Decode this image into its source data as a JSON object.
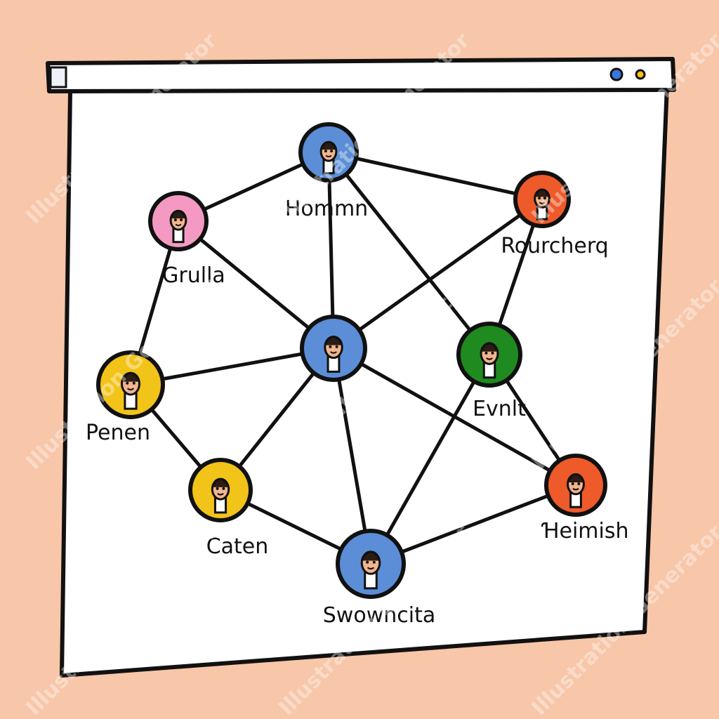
{
  "watermark": {
    "text": "Illustration Generator"
  },
  "window": {
    "titlebar_bg": "#ffffff",
    "canvas_bg": "#ffffff",
    "controls": [
      {
        "icon": "blue-circle-icon",
        "color": "#3a78d8"
      },
      {
        "icon": "yellow-dot-icon",
        "color": "#f2c318"
      }
    ]
  },
  "diagram": {
    "nodes": [
      {
        "id": "homman",
        "label": "Hommn",
        "color": "#5b8ed6"
      },
      {
        "id": "grula",
        "label": "Grulla",
        "color": "#f49ac2"
      },
      {
        "id": "rourcherq",
        "label": "Rourcherq",
        "color": "#ee5a2a"
      },
      {
        "id": "center",
        "label": "",
        "color": "#5b8ed6"
      },
      {
        "id": "evnt",
        "label": "Evnlt",
        "color": "#1f8a1f"
      },
      {
        "id": "penen",
        "label": "Penen",
        "color": "#f2c318"
      },
      {
        "id": "caten",
        "label": "Caten",
        "color": "#f2c318"
      },
      {
        "id": "heimish",
        "label": "Ɦeimish",
        "color": "#ee5a2a"
      },
      {
        "id": "swowncata",
        "label": "Swowncita",
        "color": "#5b8ed6"
      }
    ],
    "edges": [
      [
        "homman",
        "grula"
      ],
      [
        "homman",
        "rourcherq"
      ],
      [
        "homman",
        "center"
      ],
      [
        "homman",
        "evnt"
      ],
      [
        "grula",
        "center"
      ],
      [
        "grula",
        "penen"
      ],
      [
        "rourcherq",
        "center"
      ],
      [
        "rourcherq",
        "evnt"
      ],
      [
        "center",
        "penen"
      ],
      [
        "center",
        "caten"
      ],
      [
        "center",
        "swowncata"
      ],
      [
        "center",
        "heimish"
      ],
      [
        "penen",
        "caten"
      ],
      [
        "caten",
        "swowncata"
      ],
      [
        "swowncata",
        "evnt"
      ],
      [
        "swowncata",
        "heimish"
      ],
      [
        "evnt",
        "heimish"
      ]
    ]
  }
}
